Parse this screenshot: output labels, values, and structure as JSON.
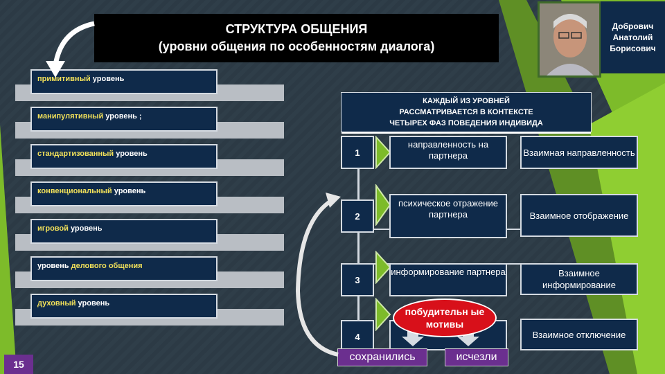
{
  "title": {
    "line1": "СТРУКТУРА ОБЩЕНИЯ",
    "line2": "(уровни общения по особенностям диалога)"
  },
  "author": {
    "line1": "Добрович",
    "line2": "Анатолий",
    "line3": "Борисович"
  },
  "levels": [
    {
      "highlight": "примитивный",
      "rest": " уровень",
      "order": "hl-first"
    },
    {
      "highlight": "манипулятивный",
      "rest": " уровень ;",
      "order": "hl-first"
    },
    {
      "highlight": "стандартизованный",
      "rest": " уровень",
      "order": "hl-first"
    },
    {
      "highlight": "конвенциональный",
      "rest": " уровень",
      "order": "hl-first"
    },
    {
      "highlight": "игровой",
      "rest": " уровень",
      "order": "hl-first"
    },
    {
      "highlight": "делового общения",
      "rest": "уровень ",
      "order": "rest-first"
    },
    {
      "highlight": "духовный",
      "rest": " уровень",
      "order": "hl-first"
    }
  ],
  "context": {
    "line1": "КАЖДЫЙ ИЗ УРОВНЕЙ",
    "line2": "РАССМАТРИВАЕТСЯ В КОНТЕКСТЕ",
    "line3": "ЧЕТЫРЕХ ФАЗ ПОВЕДЕНИЯ ИНДИВИДА"
  },
  "phases": [
    {
      "num": "1",
      "phase": "направленность на партнера",
      "mutual": "Взаимная направленность"
    },
    {
      "num": "2",
      "phase": "психическое отражение партнера",
      "mutual": "Взаимное отображение"
    },
    {
      "num": "3",
      "phase": "информирование партнера",
      "mutual": "Взаимное информирование"
    },
    {
      "num": "4",
      "phase": "",
      "mutual": "Взаимное отключение"
    }
  ],
  "motives": "побудительн ые мотивы",
  "tags": {
    "kept": "сохранились",
    "gone": "исчезли"
  },
  "page_number": "15",
  "colors": {
    "background": "#2c3a45",
    "panel_navy": "#0f2a4a",
    "highlight_yellow": "#f1e05a",
    "accent_green": "#7dbb2a",
    "tag_purple": "#6b2f8f",
    "motive_red": "#d8101a"
  }
}
